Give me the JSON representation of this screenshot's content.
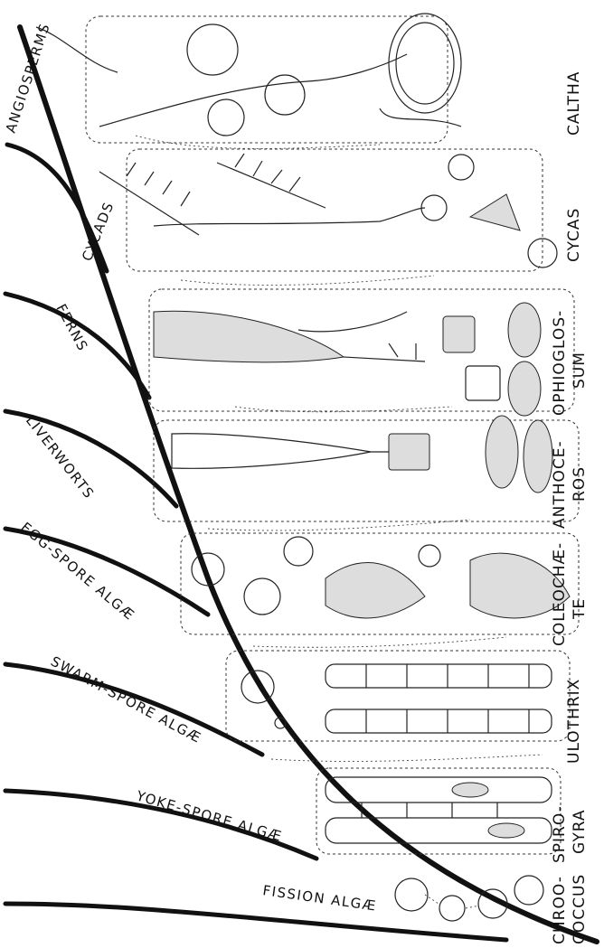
{
  "groups": {
    "angiosperms": "ANGIOSPERMS",
    "cycads": "CYCADS",
    "ferns": "FERNS",
    "liverworts": "LIVERWORTS",
    "egg_spore": "EGG-SPORE ALGÆ",
    "swarm_spore": "SWARM-SPORE ALGÆ",
    "yoke_spore": "YOKE-SPORE ALGÆ",
    "fission": "FISSION ALGÆ"
  },
  "genera": {
    "caltha": [
      "CALTHA"
    ],
    "cycas": [
      "CYCAS"
    ],
    "ophioglossum": [
      "OPHIOGLOS-",
      "SUM"
    ],
    "anthoceros": [
      "ANTHOCE-",
      "ROS"
    ],
    "coleochaete": [
      "COLEOCHÆ-",
      "TE"
    ],
    "ulothrix": [
      "ULOTHRIX"
    ],
    "spirogyra": [
      "SPIRO-",
      "GYRA"
    ],
    "chroococcus": [
      "CHROO-",
      "COCCUS"
    ]
  }
}
